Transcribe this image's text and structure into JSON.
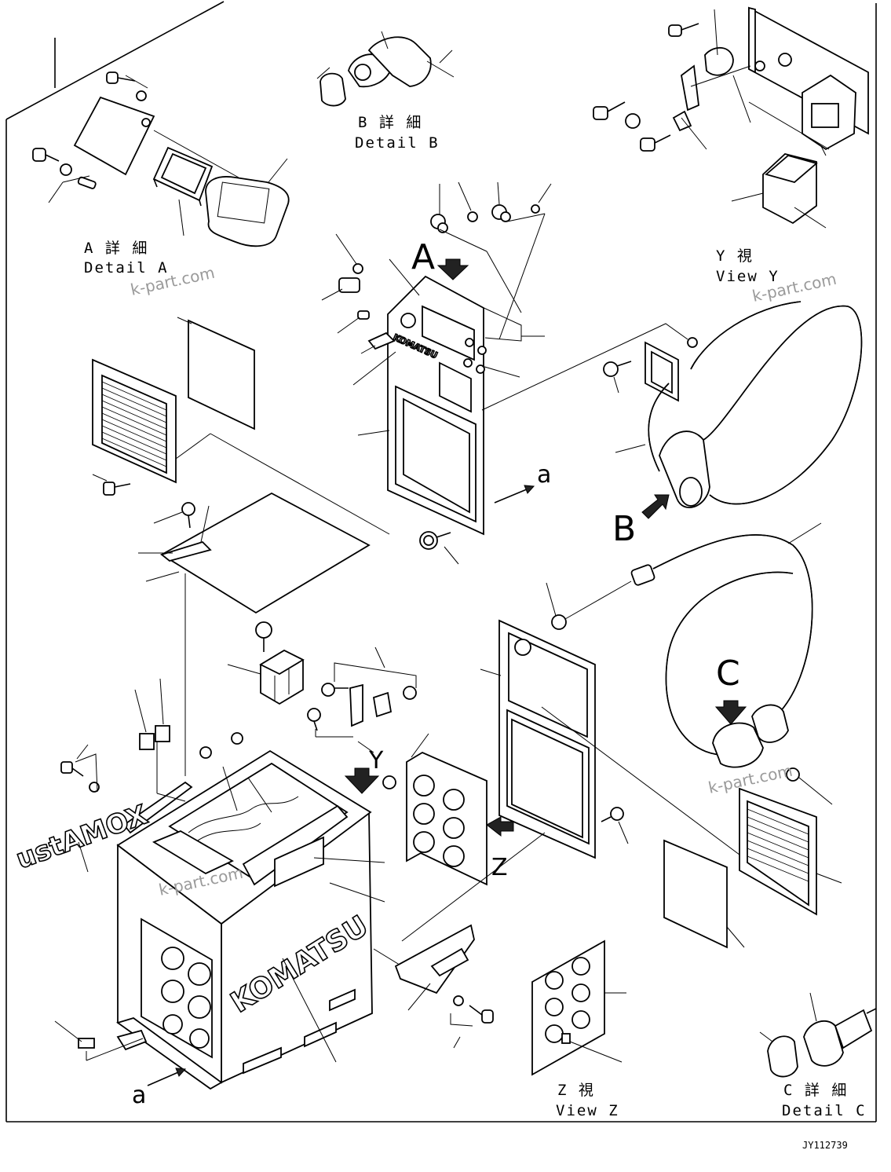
{
  "detail_a": {
    "jp": "A 詳 細",
    "en": "Detail A",
    "marker": "A"
  },
  "detail_b": {
    "jp": "B 詳 細",
    "en": "Detail B",
    "marker": "B"
  },
  "detail_c": {
    "jp": "C 詳 細",
    "en": "Detail C",
    "marker": "C"
  },
  "view_y": {
    "jp": "Y 視",
    "en": "View Y",
    "marker": "Y"
  },
  "view_z": {
    "jp": "Z 視",
    "en": "View Z",
    "marker": "Z"
  },
  "ref_a": "a",
  "brand_logo": "KOMATSU",
  "watermark": "k-part.com",
  "document_id": "JY112739"
}
